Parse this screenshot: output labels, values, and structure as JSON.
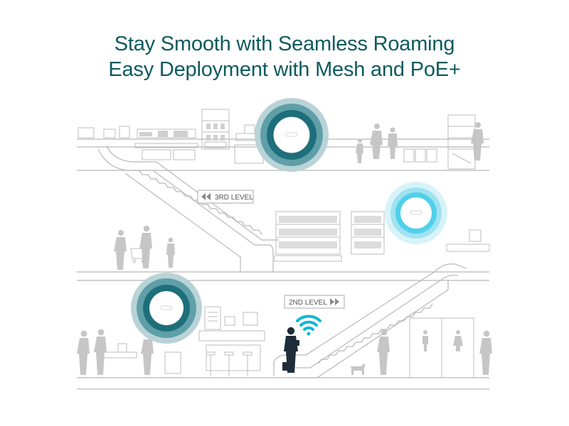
{
  "headline": {
    "line1": "Stay Smooth with Seamless Roaming",
    "line2": "Easy Deployment with Mesh and PoE+",
    "color": "#0d5a5e"
  },
  "signs": {
    "level3": "3RD LEVEL",
    "level2": "2ND LEVEL"
  },
  "colors": {
    "line": "#b8b8b8",
    "person": "#c6c6c6",
    "user": "#1f2d3a",
    "wifi": "#12b7d3",
    "ap_dark_ring": "#1d6f7b",
    "ap_mid_ring": "#5f9fa8",
    "ap_light_ring": "#b9d3d7",
    "ap_glow_active": "#4fd0ea"
  },
  "icons": {
    "access_point": "ceiling-access-point-icon",
    "wifi": "wifi-signal-icon",
    "restroom_male": "male-restroom-icon",
    "restroom_female": "female-restroom-icon"
  }
}
